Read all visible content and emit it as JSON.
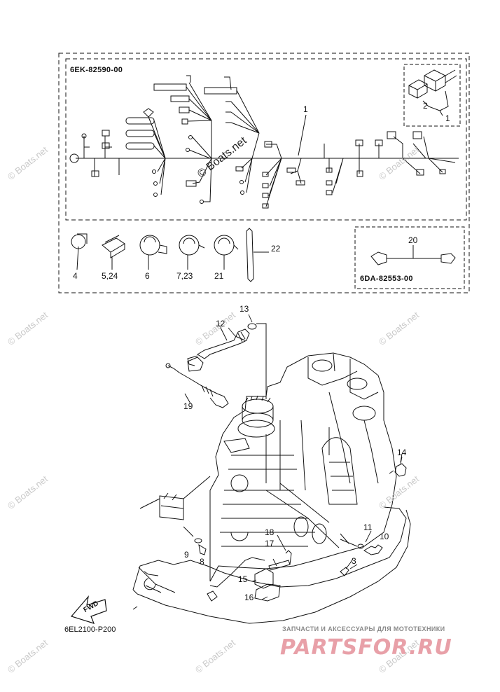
{
  "diagram": {
    "harness_code": "6EK-82590-00",
    "lead_code": "6DA-82553-00",
    "figure_code": "6EL2100-P200",
    "fwd_label": "FWD",
    "watermark": "© Boats.net",
    "brand_caption": "ЗАПЧАСТИ И АКСЕССУАРЫ ДЛЯ МОТОТЕХНИКИ",
    "brand_name": "PARTSFOR.RU",
    "callouts": {
      "c1_main": "1",
      "c1_inset": "1",
      "c2": "2",
      "c3": "3",
      "c4": "4",
      "c5": "5,24",
      "c6": "6",
      "c7": "7,23",
      "c8": "8",
      "c9": "9",
      "c10": "10",
      "c11": "11",
      "c12": "12",
      "c13": "13",
      "c14": "14",
      "c15": "15",
      "c16": "16",
      "c17": "17",
      "c18": "18",
      "c19": "19",
      "c20": "20",
      "c21": "21",
      "c22": "22"
    }
  }
}
